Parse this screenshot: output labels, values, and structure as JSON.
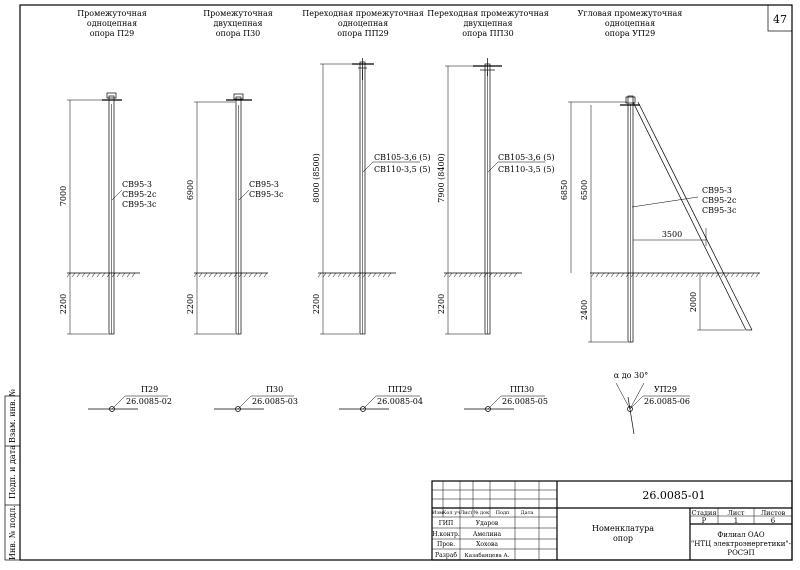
{
  "sheet_number": "47",
  "poles": [
    {
      "id": "p29",
      "title": [
        "Промежуточная",
        "одноцепная",
        "опора П29"
      ],
      "dim_above": "7000",
      "dim_below": "2200",
      "labels": [
        "СВ95-3",
        "СВ95-2с",
        "СВ95-3с"
      ],
      "plan_label": "П29",
      "plan_code": "26.0085-02"
    },
    {
      "id": "p30",
      "title": [
        "Промежуточная",
        "двухцепная",
        "опора П30"
      ],
      "dim_above": "6900",
      "dim_below": "2200",
      "labels": [
        "СВ95-3",
        "СВ95-3с"
      ],
      "plan_label": "П30",
      "plan_code": "26.0085-03"
    },
    {
      "id": "pp29",
      "title": [
        "Переходная промежуточная",
        "одноцепная",
        "опора ПП29"
      ],
      "dim_above": "8000 (8500)",
      "dim_below": "2200",
      "labels": [
        "СВ105-3,6 (5)",
        "СВ110-3,5 (5)"
      ],
      "plan_label": "ПП29",
      "plan_code": "26.0085-04"
    },
    {
      "id": "pp30",
      "title": [
        "Переходная промежуточная",
        "двухцепная",
        "опора ПП30"
      ],
      "dim_above": "7900 (8400)",
      "dim_below": "2200",
      "labels": [
        "СВ105-3,6 (5)",
        "СВ110-3,5 (5)"
      ],
      "plan_label": "ПП30",
      "plan_code": "26.0085-05"
    },
    {
      "id": "up29",
      "title": [
        "Угловая промежуточная",
        "одноцепная",
        "опора УП29"
      ],
      "dim_total": "6850",
      "dim_above": "6500",
      "dim_below": "2400",
      "dim_strut_h": "3500",
      "dim_strut_v": "2000",
      "labels": [
        "СВ95-3",
        "СВ95-2с",
        "СВ95-3с"
      ],
      "angle_label": "α до 30°",
      "plan_label": "УП29",
      "plan_code": "26.0085-06"
    }
  ],
  "side_stamp": [
    "Инв. № подл.",
    "Подп. и дата",
    "Взам. инв. №"
  ],
  "title_block": {
    "doc_code": "26.0085-01",
    "header_cols": [
      "Изм",
      "Кол уч",
      "Лист",
      "№ док",
      "Подп",
      "Дата"
    ],
    "signers": [
      {
        "role": "ГИП",
        "name": "Ударов"
      },
      {
        "role": "Н.контр.",
        "name": "Амелина"
      },
      {
        "role": "Пров.",
        "name": "Хохова"
      },
      {
        "role": "Разраб",
        "name": "Казабанцева А."
      }
    ],
    "doc_title": [
      "Номенклатура",
      "опор"
    ],
    "stage_head": [
      "Стадия",
      "Лист",
      "Листов"
    ],
    "stage_vals": [
      "Р",
      "1",
      "6"
    ],
    "org": [
      "Филиал ОАО",
      "\"НТЦ электроэнергетики\"-",
      "РОСЭП"
    ]
  }
}
